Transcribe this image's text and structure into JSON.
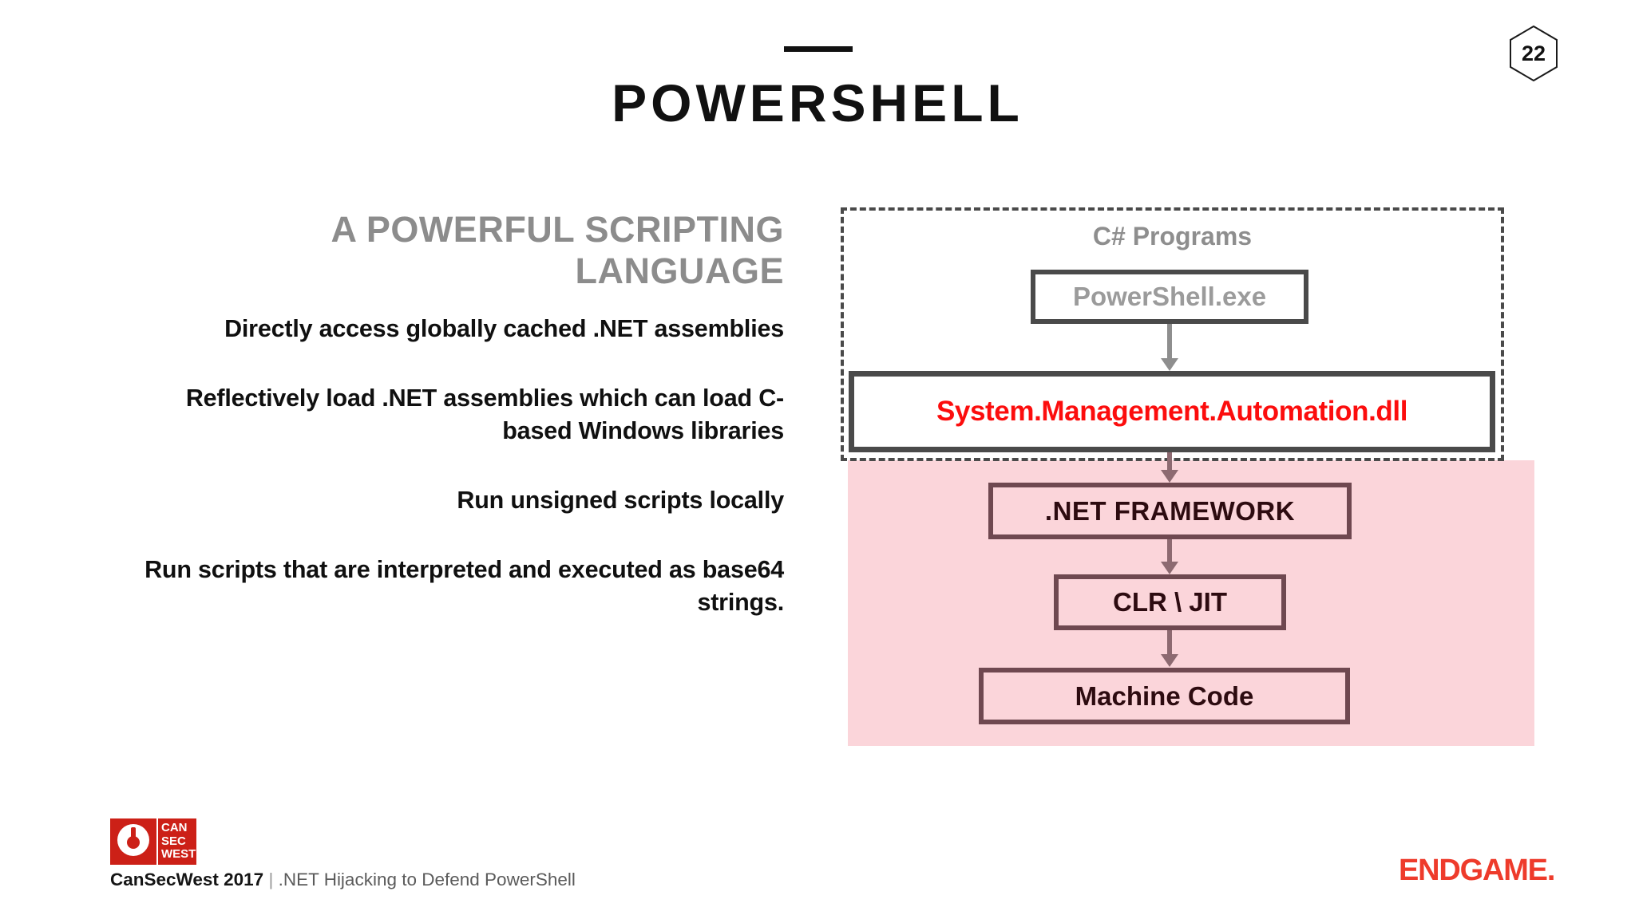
{
  "slide": {
    "page_number": "22",
    "title": "POWERSHELL"
  },
  "left": {
    "heading": "A POWERFUL SCRIPTING LANGUAGE",
    "paragraphs": [
      "Directly access globally cached .NET assemblies",
      "Reflectively load .NET assemblies which can load C-based Windows libraries",
      "Run unsigned scripts locally",
      "Run scripts that are interpreted and executed as base64 strings."
    ]
  },
  "diagram": {
    "container_label": "C# Programs",
    "nodes": {
      "powershell_exe": "PowerShell.exe",
      "automation_dll": "System.Management.Automation.dll",
      "net_framework": ".NET FRAMEWORK",
      "clr_jit": "CLR \\ JIT",
      "machine_code": "Machine Code"
    },
    "colors": {
      "dashed_border": "#4a4a4a",
      "pink_region": "#fbd5da",
      "dll_text": "#fc0d0d",
      "pink_node_border": "#6f4850",
      "gray_text": "#9b9b9b",
      "arrow_gray": "#8e8e8e",
      "arrow_maroon": "#8d6a71"
    }
  },
  "footer": {
    "logo_lines": [
      "CAN",
      "SEC",
      "WEST"
    ],
    "conference": "CanSecWest 2017",
    "separator": "|",
    "talk_title": ".NET Hijacking to Defend PowerShell",
    "brand": "ENDGAME."
  }
}
